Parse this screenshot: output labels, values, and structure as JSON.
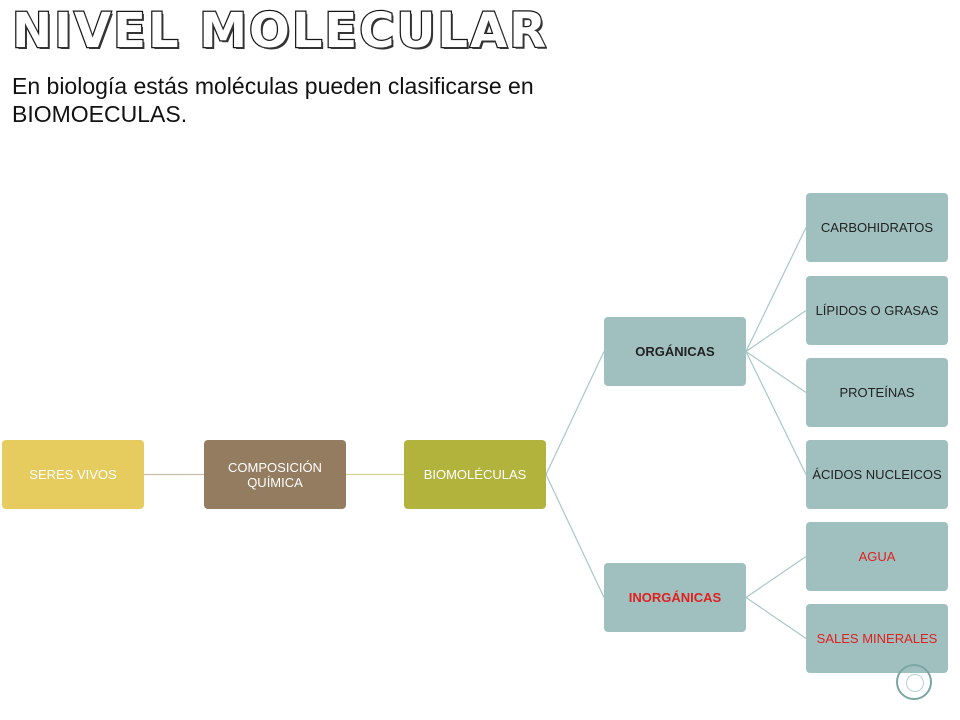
{
  "title": "NIVEL MOLECULAR",
  "subtitle": "En biología estás moléculas pueden clasificarse en BIOMOECULAS.",
  "nodes": {
    "seres": "SERES VIVOS",
    "composicion": "COMPOSICIÓN QUÍMICA",
    "biomoleculas": "BIOMOLÉCULAS",
    "organicas": "ORGÁNICAS",
    "inorganicas": "INORGÁNICAS",
    "carbohidratos": "CARBOHIDRATOS",
    "lipidos": "LÍPIDOS O GRASAS",
    "proteinas": "PROTEÍNAS",
    "acidos": "ÁCIDOS NUCLEICOS",
    "agua": "AGUA",
    "sales": "SALES MINERALES"
  },
  "colors": {
    "seres": "#e6cc5e",
    "composicion": "#947c60",
    "biomoleculas": "#b2b33d",
    "branch": "#9fc0be",
    "highlight_text": "#e02020"
  },
  "badge_icon": "circle-badge-icon"
}
